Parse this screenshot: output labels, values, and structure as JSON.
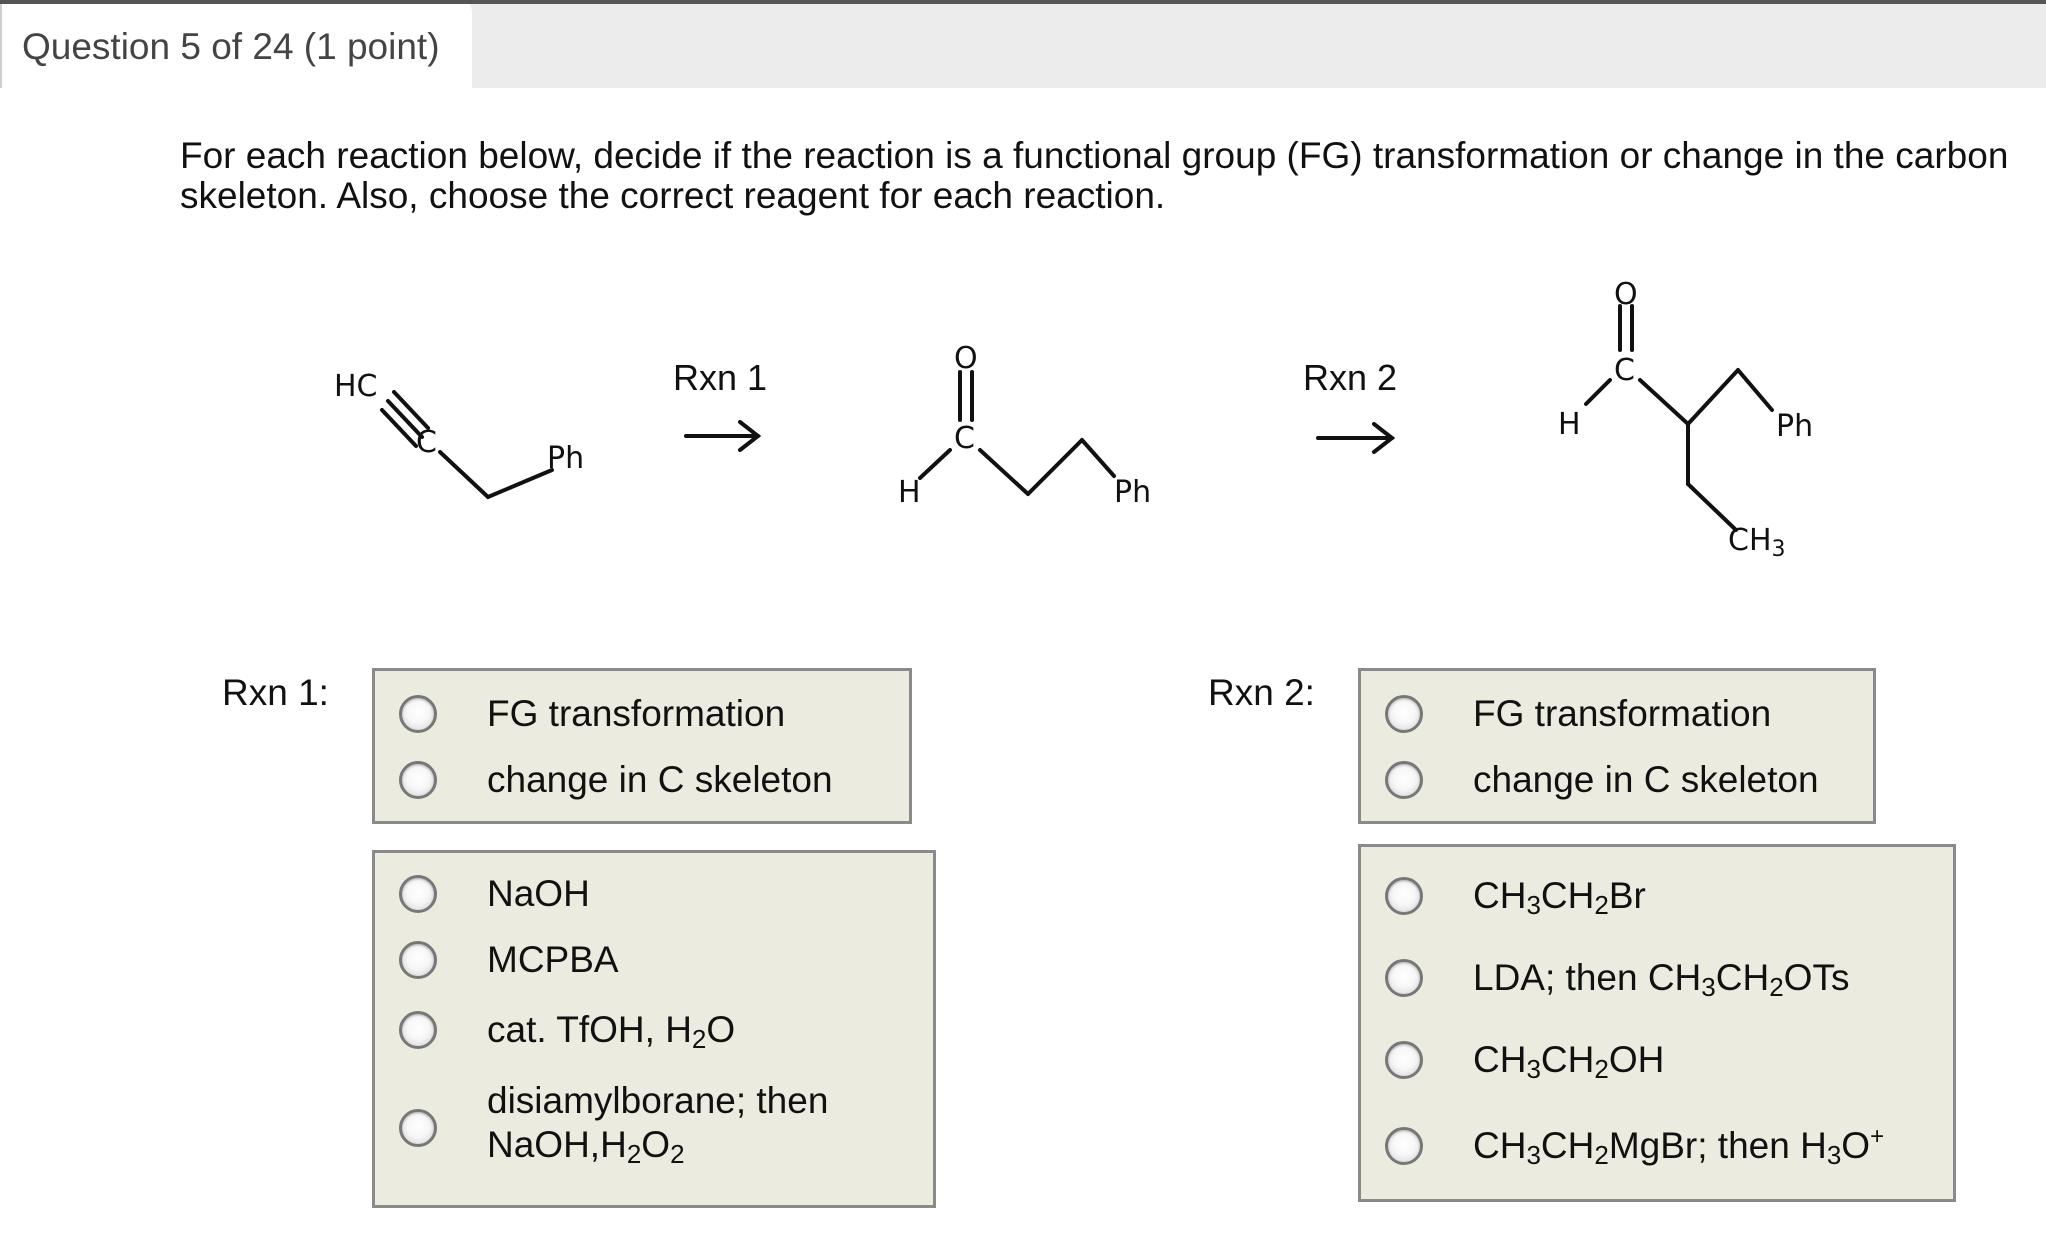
{
  "tab": {
    "title": "Question 5 of 24 (1 point)"
  },
  "prompt": "For each reaction below, decide if the reaction is a functional group (FG) transformation or change in the carbon skeleton. Also, choose the correct reagent for each reaction.",
  "scheme": {
    "arrow1_label": "Rxn 1",
    "arrow2_label": "Rxn 2",
    "start_material": {
      "hc": "HC",
      "c": "C",
      "ph": "Ph"
    },
    "product1": {
      "o": "O",
      "c": "C",
      "h": "H",
      "ph": "Ph"
    },
    "product2": {
      "o": "O",
      "c": "C",
      "h": "H",
      "ph": "Ph",
      "ch3_main": "CH",
      "ch3_sub": "3"
    }
  },
  "rxn1": {
    "label": "Rxn 1:",
    "type_options": [
      "FG transformation",
      "change in C skeleton"
    ],
    "reagents": {
      "a": "NaOH",
      "b": "MCPBA",
      "c": {
        "pre": "cat. TfOH, H",
        "sub": "2",
        "post": "O"
      },
      "d": {
        "line1": "disiamylborane; then",
        "line2_pre": "NaOH,H",
        "sub1": "2",
        "mid": "O",
        "sub2": "2"
      }
    }
  },
  "rxn2": {
    "label": "Rxn 2:",
    "type_options": [
      "FG transformation",
      "change in C skeleton"
    ],
    "reagents": {
      "a": {
        "p1": "CH",
        "s1": "3",
        "p2": "CH",
        "s2": "2",
        "p3": "Br"
      },
      "b": {
        "p0": "LDA; then CH",
        "s1": "3",
        "p2": "CH",
        "s2": "2",
        "p3": "OTs"
      },
      "c": {
        "p1": "CH",
        "s1": "3",
        "p2": "CH",
        "s2": "2",
        "p3": "OH"
      },
      "d": {
        "p1": "CH",
        "s1": "3",
        "p2": "CH",
        "s2": "2",
        "p3": "MgBr; then H",
        "s3": "3",
        "p4": "O",
        "sup": "+"
      }
    }
  }
}
